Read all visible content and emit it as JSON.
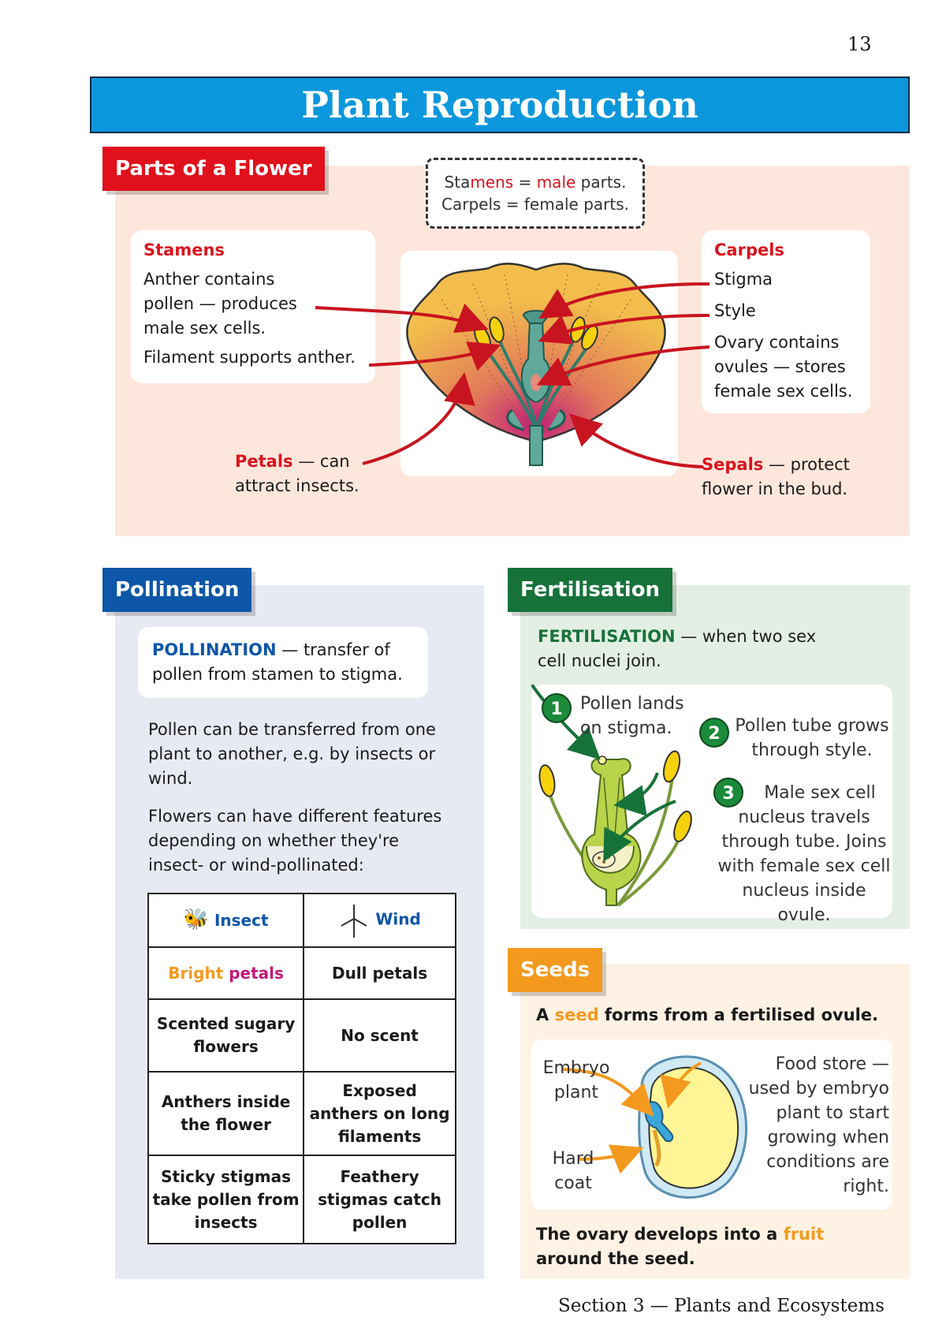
{
  "page_number": "13",
  "title": "Plant Reproduction",
  "flower": {
    "tab": "Parts of a Flower",
    "note_line1_pre": "Sta",
    "note_line1_red": "mens",
    "note_line1_mid": " = ",
    "note_line1_male": "male",
    "note_line1_post": " parts.",
    "note_line2": "Carpels = female parts.",
    "stamens_heading": "Stamens",
    "stamens_text1": "Anther contains pollen — produces male sex cells.",
    "stamens_text2": "Filament supports anther.",
    "carpels_heading": "Carpels",
    "carpels_stigma": "Stigma",
    "carpels_style": "Style",
    "carpels_ovary": "Ovary contains ovules — stores female sex cells.",
    "petals_label": "Petals",
    "petals_text": " — can attract insects.",
    "sepals_label": "Sepals",
    "sepals_text": " — protect flower in the bud."
  },
  "pollination": {
    "tab": "Pollination",
    "def_term": "POLLINATION",
    "def_text": " — transfer of pollen from stamen to stigma.",
    "para1": "Pollen can be transferred from one plant to another, e.g. by insects or wind.",
    "para2": "Flowers can have different features depending on whether they're insect- or wind-pollinated:",
    "table": {
      "insect_header": "Insect",
      "wind_header": "Wind",
      "bright_1": "Bright",
      "bright_2": " petals",
      "rows": [
        {
          "insect": "",
          "wind": "Dull petals"
        },
        {
          "insect": "Scented sugary flowers",
          "wind": "No scent"
        },
        {
          "insect": "Anthers inside the flower",
          "wind": "Exposed anthers on long filaments"
        },
        {
          "insect": "Sticky stigmas take pollen from insects",
          "wind": "Feathery stigmas catch pollen"
        }
      ]
    }
  },
  "fertilisation": {
    "tab": "Fertilisation",
    "def_term": "FERTILISATION",
    "def_text": " — when two sex cell nuclei join.",
    "step1_num": "1",
    "step1": "Pollen lands on stigma.",
    "step2_num": "2",
    "step2": "Pollen tube grows through style.",
    "step3_num": "3",
    "step3": "Male sex cell nucleus travels through tube. Joins with female sex cell nucleus inside ovule."
  },
  "seeds": {
    "tab": "Seeds",
    "line_pre": "A ",
    "line_seed": "seed",
    "line_post": " forms from a fertilised ovule.",
    "embryo": "Embryo plant",
    "coat": "Hard coat",
    "food": "Food store — used by embryo plant to start growing when conditions are right.",
    "ovary_pre": "The ovary develops into a ",
    "ovary_fruit": "fruit",
    "ovary_post": " around the seed."
  },
  "footer": "Section 3 — Plants and Ecosystems",
  "colors": {
    "title_bar": "#0b97dc",
    "flower_panel": "#fde7dd",
    "flower_tab": "#e0101c",
    "pollination_panel": "#e8eaf3",
    "pollination_tab": "#0e56a8",
    "fertilisation_panel": "#e3efe4",
    "fertilisation_tab": "#17723a",
    "seeds_panel": "#fef2e4",
    "seeds_tab": "#f39a1e",
    "arrow_red": "#c81420",
    "arrow_green": "#17723a",
    "arrow_orange": "#f39a1e"
  }
}
